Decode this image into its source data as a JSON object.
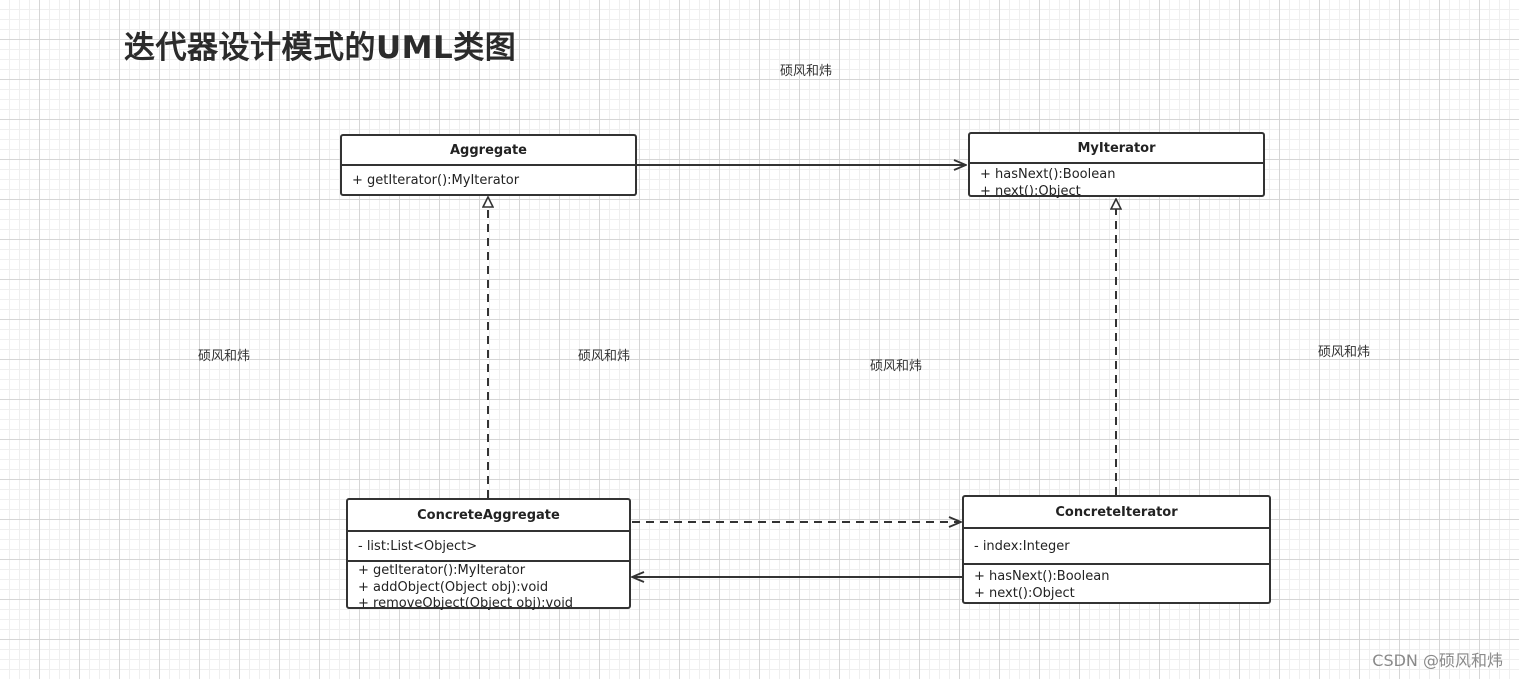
{
  "title": "迭代器设计模式的UML类图",
  "watermarks": [
    "硕风和炜",
    "硕风和炜",
    "硕风和炜",
    "硕风和炜",
    "硕风和炜"
  ],
  "footer": "CSDN @硕风和炜",
  "classes": {
    "aggregate": {
      "name": "Aggregate",
      "methods": [
        "+ getIterator():MyIterator"
      ]
    },
    "myiterator": {
      "name": "MyIterator",
      "methods": [
        "+ hasNext():Boolean",
        "+ next():Object"
      ]
    },
    "concrete_aggregate": {
      "name": "ConcreteAggregate",
      "attributes": [
        "- list:List<Object>"
      ],
      "methods": [
        "+ getIterator():MyIterator",
        "+ addObject(Object obj):void",
        "+ removeObject(Object obj):void"
      ]
    },
    "concrete_iterator": {
      "name": "ConcreteIterator",
      "attributes": [
        "- index:Integer"
      ],
      "methods": [
        "+ hasNext():Boolean",
        "+ next():Object"
      ]
    }
  },
  "colors": {
    "line": "#333333",
    "grid": "#d6d6d6"
  }
}
